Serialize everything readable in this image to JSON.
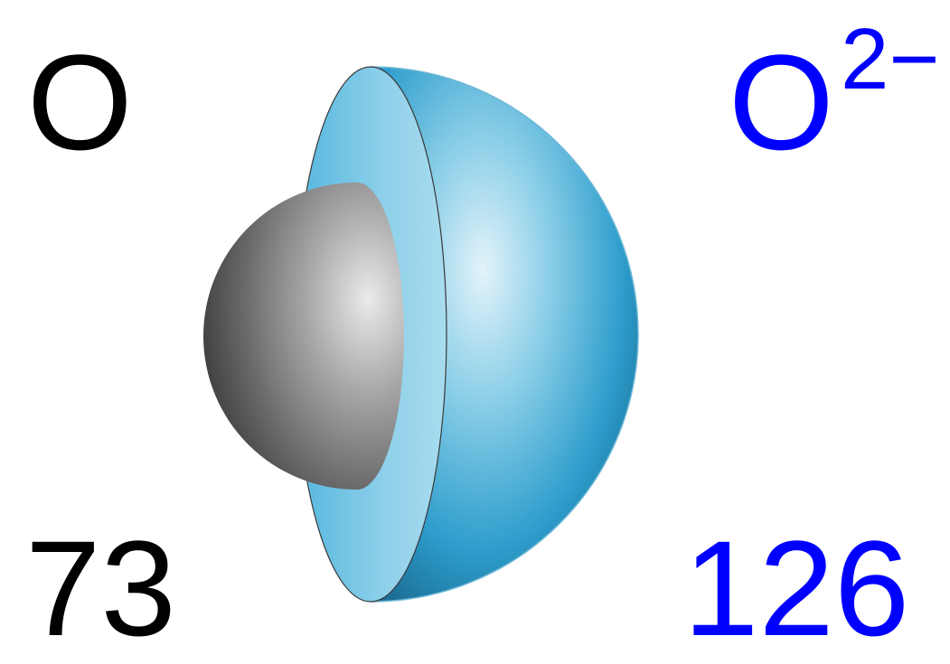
{
  "neutral_atom": {
    "symbol": "O",
    "radius": "73",
    "color": "#000000"
  },
  "ion": {
    "symbol": "O",
    "charge": "2−",
    "radius": "126",
    "color": "#0000ff"
  },
  "figure": {
    "inner_sphere_color": "#8a8a8a",
    "outer_shell_color": "#4fb3d9"
  }
}
